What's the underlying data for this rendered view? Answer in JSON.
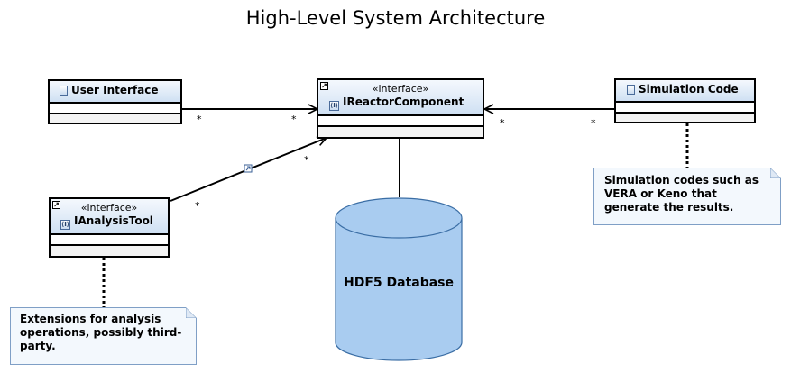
{
  "title": "High-Level System Architecture",
  "classes": {
    "user_interface": {
      "name": "User Interface",
      "icon": "class-icon"
    },
    "simulation_code": {
      "name": "Simulation Code",
      "icon": "class-icon"
    },
    "ireactor_component": {
      "stereotype": "«interface»",
      "name": "IReactorComponent",
      "icon": "interface-icon"
    },
    "ianalysis_tool": {
      "stereotype": "«interface»",
      "name": "IAnalysisTool",
      "icon": "interface-icon"
    }
  },
  "database": {
    "label": "HDF5 Database",
    "fill_color": "#a9ccf0"
  },
  "notes": {
    "simulation": "Simulation codes such as VERA or Keno that generate the results.",
    "analysis": "Extensions for analysis operations, possibly third-party."
  },
  "multiplicities": {
    "ui_left": "*",
    "ui_right": "*",
    "sim_left": "*",
    "sim_right": "*",
    "tool_bottom": "*",
    "tool_top": "*"
  },
  "colors": {
    "header_gradient_top": "#f4f8fd",
    "header_gradient_bottom": "#cfe0f3",
    "note_fill": "#f3f8fd",
    "note_border": "#7f9fc6"
  }
}
